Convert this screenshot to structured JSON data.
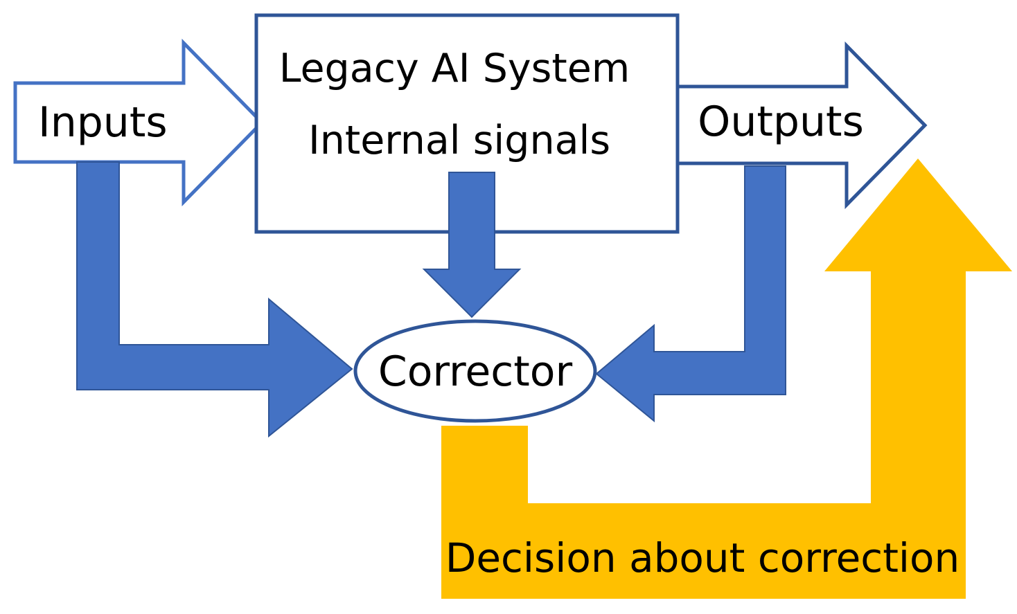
{
  "diagram": {
    "inputs_label": "Inputs",
    "legacy_title": "Legacy AI System",
    "internal_label": "Internal signals",
    "outputs_label": "Outputs",
    "corrector_label": "Corrector",
    "decision_label": "Decision about correction"
  },
  "colors": {
    "blue_fill": "#4472C4",
    "blue_stroke": "#2F5597",
    "inputs_outline": "#4472C4",
    "box_outline": "#2F5597",
    "gold_fill": "#FFC000",
    "background": "#FFFFFF",
    "text": "#000000"
  }
}
